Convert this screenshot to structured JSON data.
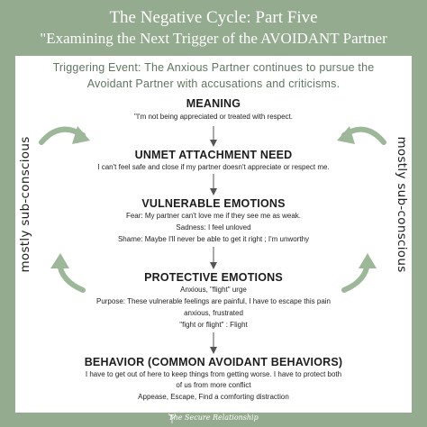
{
  "title": {
    "line1": "The Negative Cycle: Part Five",
    "line2": "\"Examining the Next Trigger of the AVOIDANT Partner"
  },
  "trigger": {
    "line1": "Triggering Event: The Anxious Partner continues to pursue the",
    "line2": "Avoidant Partner with accusations and criticisms."
  },
  "meaning": {
    "heading": "MEANING",
    "text": "\"I'm not being appreciated or treated with respect."
  },
  "unmet_need": {
    "heading": "UNMET ATTACHMENT NEED",
    "text": "I can't feel safe and close if my partner doesn't appreciate or respect me."
  },
  "vulnerable": {
    "heading": "VULNERABLE EMOTIONS",
    "lines": [
      "Fear: My partner can't love me if they see me as weak.",
      "Sadness: I feel unloved",
      "Shame: Maybe I'll never be able to get it right ; I'm unworthy"
    ]
  },
  "protective": {
    "heading": "PROTECTIVE EMOTIONS",
    "lines": [
      "Anxious, \"flight\" urge",
      "Purpose: These vulnerable feelings are painful, I have to escape this pain",
      "anxious, frustrated",
      "\"fight or flight\" : Flight"
    ]
  },
  "behavior": {
    "heading": "BEHAVIOR (COMMON AVOIDANT BEHAVIORS)",
    "lines": [
      "I have to get out of here to keep things from getting worse.  I have to protect both",
      "of us from more conflict",
      "Appease, Escape, Find  a comforting distraction"
    ]
  },
  "side_labels": {
    "left": "mostly sub-conscious",
    "right": "mostly sub-conscious"
  },
  "footer": "The Secure Relationship",
  "colors": {
    "background": "#94ab8f",
    "panel": "#ffffff",
    "arrow": "#9db898",
    "trigger_text": "#5f7660"
  }
}
